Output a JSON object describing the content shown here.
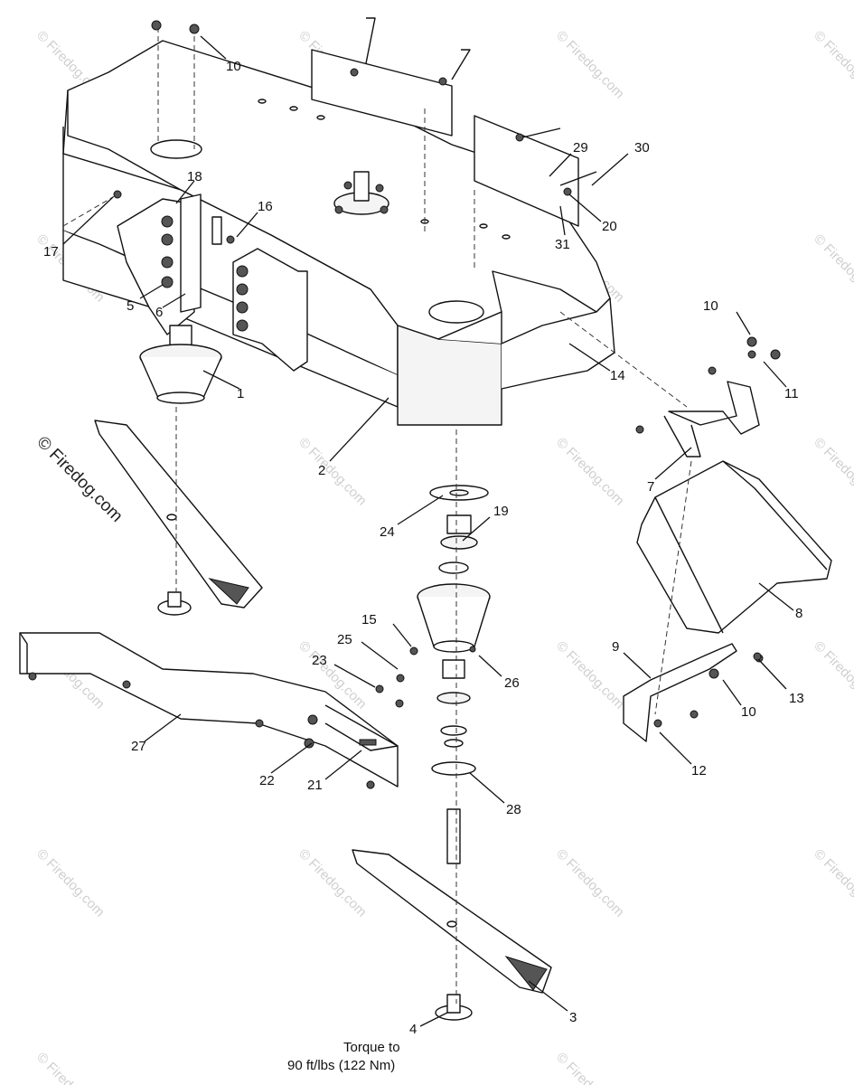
{
  "watermark": "© Firedog.com",
  "callouts": [
    {
      "id": "c1",
      "text": "1"
    },
    {
      "id": "c2",
      "text": "2"
    },
    {
      "id": "c3",
      "text": "3"
    },
    {
      "id": "c4",
      "text": "4"
    },
    {
      "id": "c5",
      "text": "5"
    },
    {
      "id": "c6",
      "text": "6"
    },
    {
      "id": "c7",
      "text": "7"
    },
    {
      "id": "c8",
      "text": "8"
    },
    {
      "id": "c9",
      "text": "9"
    },
    {
      "id": "c10a",
      "text": "10"
    },
    {
      "id": "c10b",
      "text": "10"
    },
    {
      "id": "c10c",
      "text": "10"
    },
    {
      "id": "c11",
      "text": "11"
    },
    {
      "id": "c12",
      "text": "12"
    },
    {
      "id": "c13",
      "text": "13"
    },
    {
      "id": "c14",
      "text": "14"
    },
    {
      "id": "c15",
      "text": "15"
    },
    {
      "id": "c16",
      "text": "16"
    },
    {
      "id": "c17",
      "text": "17"
    },
    {
      "id": "c18",
      "text": "18"
    },
    {
      "id": "c19",
      "text": "19"
    },
    {
      "id": "c20",
      "text": "20"
    },
    {
      "id": "c21",
      "text": "21"
    },
    {
      "id": "c22",
      "text": "22"
    },
    {
      "id": "c23",
      "text": "23"
    },
    {
      "id": "c24",
      "text": "24"
    },
    {
      "id": "c25",
      "text": "25"
    },
    {
      "id": "c26",
      "text": "26"
    },
    {
      "id": "c27",
      "text": "27"
    },
    {
      "id": "c28",
      "text": "28"
    },
    {
      "id": "c29",
      "text": "29"
    },
    {
      "id": "c30",
      "text": "30"
    },
    {
      "id": "c31",
      "text": "31"
    }
  ],
  "torque_note": {
    "line1": "Torque to",
    "line2": "90 ft/lbs (122 Nm)"
  }
}
